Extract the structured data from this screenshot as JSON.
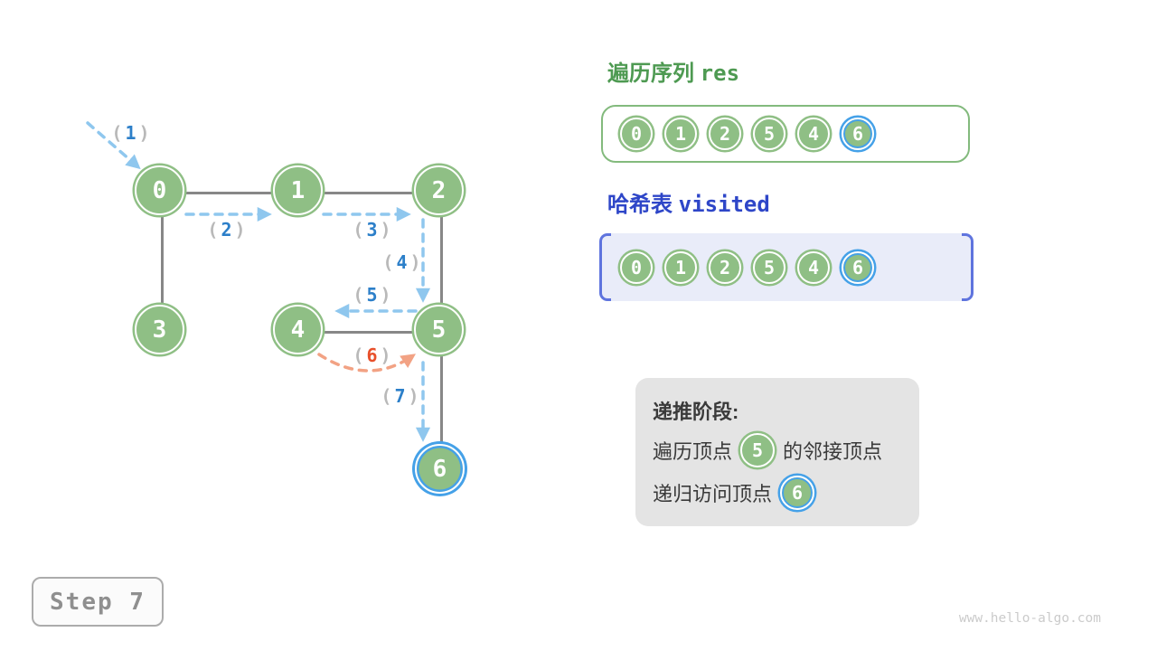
{
  "colors": {
    "node_green": "#8FBF85",
    "highlight_blue": "#45A1E8",
    "arrow_blue": "#8FC7EE",
    "arrow_orange": "#F2A284",
    "label_blue": "#2C7FC9",
    "label_orange": "#E8502B",
    "paren_gray": "#B9B9B9",
    "edge_gray": "#878787",
    "title_green": "#4E9A52",
    "title_blue": "#2E46C8",
    "visited_bg": "#E9ECF9",
    "bracket_blue": "#5F74DE",
    "info_bg": "#E4E4E4"
  },
  "graph": {
    "label_open": "(",
    "label_close": ")",
    "nodes": [
      {
        "id": "0",
        "hl": false
      },
      {
        "id": "1",
        "hl": false
      },
      {
        "id": "2",
        "hl": false
      },
      {
        "id": "3",
        "hl": false
      },
      {
        "id": "4",
        "hl": false
      },
      {
        "id": "5",
        "hl": false
      },
      {
        "id": "6",
        "hl": true
      }
    ],
    "labels": [
      {
        "num": "1",
        "color": "#2C7FC9"
      },
      {
        "num": "2",
        "color": "#2C7FC9"
      },
      {
        "num": "3",
        "color": "#2C7FC9"
      },
      {
        "num": "4",
        "color": "#2C7FC9"
      },
      {
        "num": "5",
        "color": "#2C7FC9"
      },
      {
        "num": "6",
        "color": "#E8502B"
      },
      {
        "num": "7",
        "color": "#2C7FC9"
      }
    ]
  },
  "res_panel": {
    "title_zh": "遍历序列",
    "title_code": "res",
    "items": [
      {
        "v": "0",
        "hl": false
      },
      {
        "v": "1",
        "hl": false
      },
      {
        "v": "2",
        "hl": false
      },
      {
        "v": "5",
        "hl": false
      },
      {
        "v": "4",
        "hl": false
      },
      {
        "v": "6",
        "hl": true
      }
    ]
  },
  "visited_panel": {
    "title_zh": "哈希表",
    "title_code": "visited",
    "items": [
      {
        "v": "0",
        "hl": false
      },
      {
        "v": "1",
        "hl": false
      },
      {
        "v": "2",
        "hl": false
      },
      {
        "v": "5",
        "hl": false
      },
      {
        "v": "4",
        "hl": false
      },
      {
        "v": "6",
        "hl": true
      }
    ]
  },
  "info_box": {
    "heading": "递推阶段:",
    "line1_prefix": "遍历顶点",
    "line1_node": {
      "v": "5",
      "hl": false
    },
    "line1_suffix": "的邻接顶点",
    "line2_prefix": "递归访问顶点",
    "line2_node": {
      "v": "6",
      "hl": true
    }
  },
  "step_indicator": {
    "label": "Step 7"
  },
  "watermark": {
    "text": "www.hello-algo.com"
  }
}
